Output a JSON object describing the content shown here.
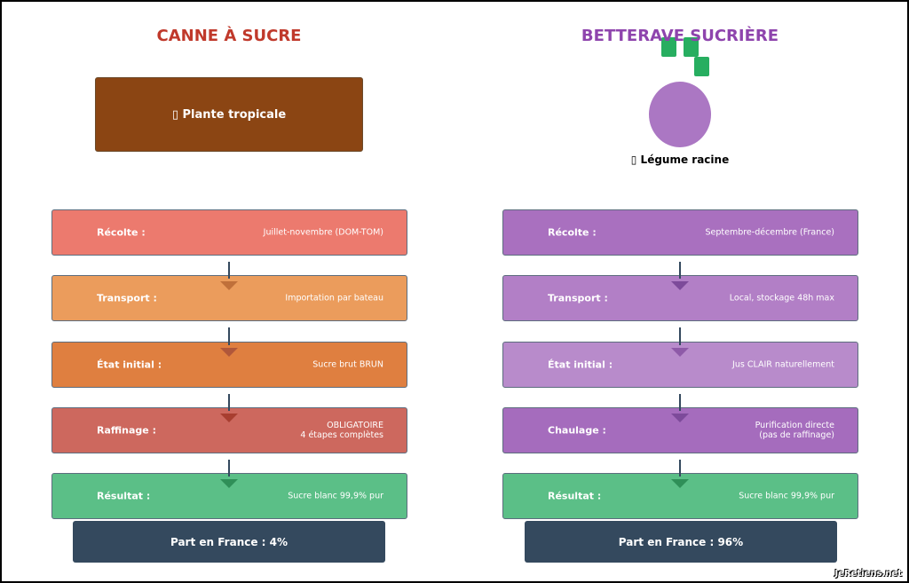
{
  "left": {
    "title": "CANNE À SUCRE",
    "title_color": "#c0392b",
    "plant_label": "▯ Plante tropicale",
    "steps": [
      {
        "label": "Récolte :",
        "value": "Juillet-novembre (DOM-TOM)",
        "color": "#ec7a6e",
        "arrow": null
      },
      {
        "label": "Transport :",
        "value": "Importation par bateau",
        "color": "#eb9c5c",
        "arrow": "#c0703a"
      },
      {
        "label": "État initial :",
        "value": "Sucre brut BRUN",
        "color": "#df7f40",
        "arrow": "#b0573a"
      },
      {
        "label": "Raffinage :",
        "value": "OBLIGATOIRE\n4 étapes complètes",
        "color": "#cd685e",
        "arrow": "#a83e30"
      },
      {
        "label": "Résultat :",
        "value": "Sucre blanc 99,9% pur",
        "color": "#5bbf87",
        "arrow": "#2f8f58"
      }
    ],
    "share": "Part en France : 4%"
  },
  "right": {
    "title": "BETTERAVE SUCRIÈRE",
    "title_color": "#8e44ad",
    "plant_label": "▯ Légume racine",
    "steps": [
      {
        "label": "Récolte :",
        "value": "Septembre-décembre (France)",
        "color": "#a970bf",
        "arrow": null
      },
      {
        "label": "Transport :",
        "value": "Local, stockage 48h max",
        "color": "#b27fc6",
        "arrow": "#7d4a9a"
      },
      {
        "label": "État initial :",
        "value": "Jus CLAIR naturellement",
        "color": "#b88bcb",
        "arrow": "#8e5aa8"
      },
      {
        "label": "Chaulage :",
        "value": "Purification directe\n(pas de raffinage)",
        "color": "#a56cbd",
        "arrow": "#7d4a9a"
      },
      {
        "label": "Résultat :",
        "value": "Sucre blanc 99,9% pur",
        "color": "#5bbf87",
        "arrow": "#2f8f58"
      }
    ],
    "share": "Part en France : 96%"
  },
  "watermark": "JeRetiens.net"
}
